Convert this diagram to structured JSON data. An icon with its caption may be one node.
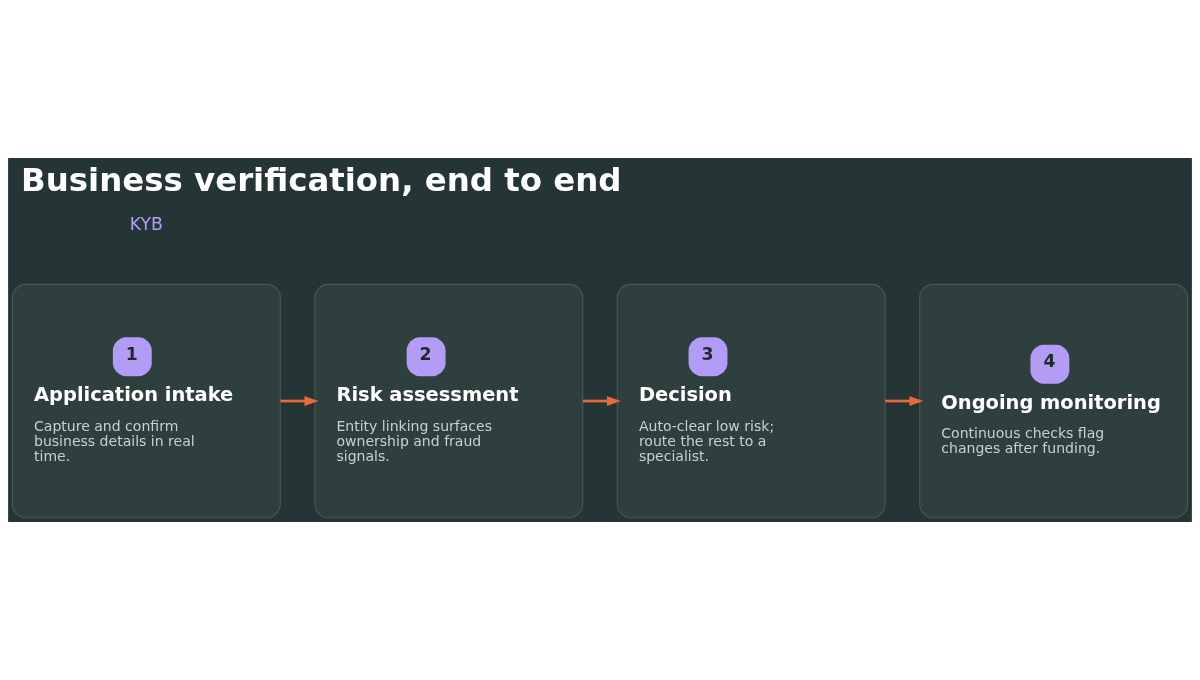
{
  "diagram": {
    "title": "Business verification, end to end",
    "nodes": [
      {
        "text": [
          "1",
          "Application intake",
          "Capture and confirm business details in real time."
        ]
      },
      {
        "text": [
          "2",
          "Risk assessment",
          "Entity linking surfaces ownership and fraud signals."
        ]
      },
      {
        "text": [
          "3",
          "Decision",
          "Auto-clear low risk; route the rest to a specialist."
        ]
      },
      {
        "text": [
          "4",
          "Ongoing monitoring",
          "Continuous checks flag changes after funding."
        ]
      }
    ],
    "edges": [
      {
        "from": 0,
        "to": 1,
        "arrow": "to"
      },
      {
        "from": 1,
        "to": 2,
        "arrow": "to"
      },
      {
        "from": 2,
        "to": 3,
        "arrow": "to"
      }
    ],
    "labels": [
      "KYB"
    ]
  }
}
